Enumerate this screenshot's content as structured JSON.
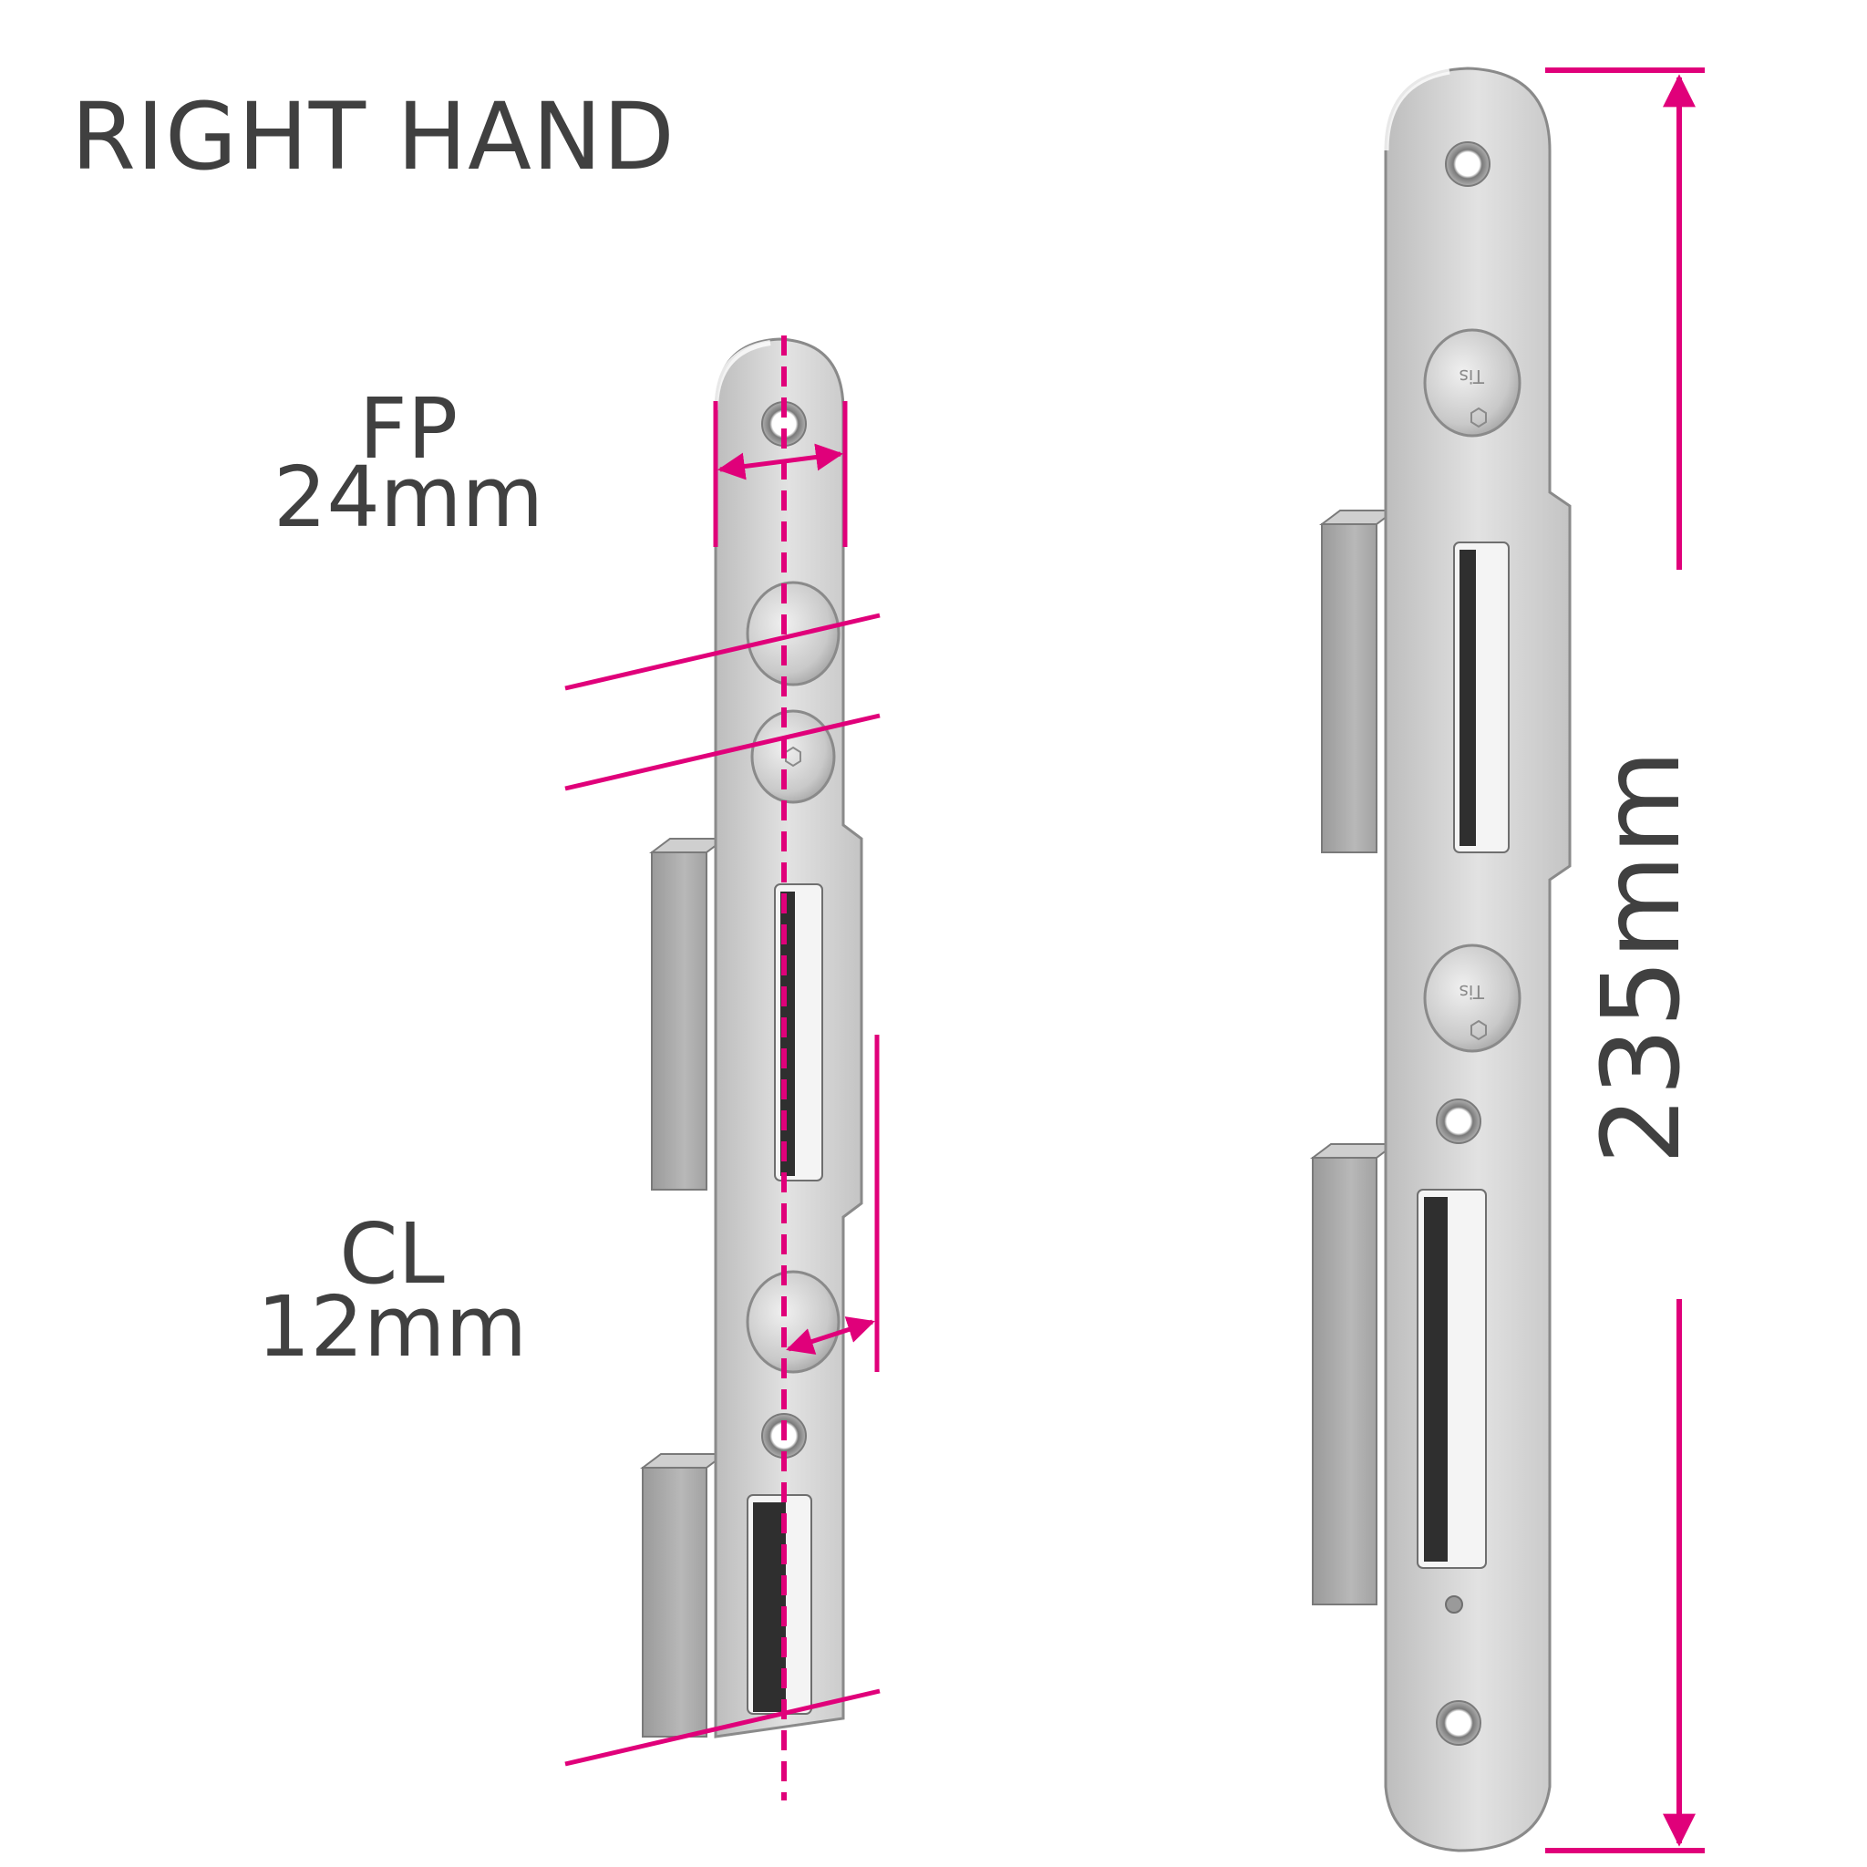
{
  "title": "RIGHT HAND",
  "dimensions": {
    "fp": {
      "name": "FP",
      "value": "24mm"
    },
    "cl": {
      "name": "CL",
      "value": "12mm"
    },
    "length": {
      "value": "235mm"
    }
  },
  "screws": {
    "marking": "Tis"
  },
  "colors": {
    "dimension": "#e0007a",
    "steel_light": "#dcdcdc",
    "steel_mid": "#bfbfbf",
    "steel_dark": "#8a8a8a",
    "slot": "#3a3a3a",
    "text": "#404040"
  }
}
